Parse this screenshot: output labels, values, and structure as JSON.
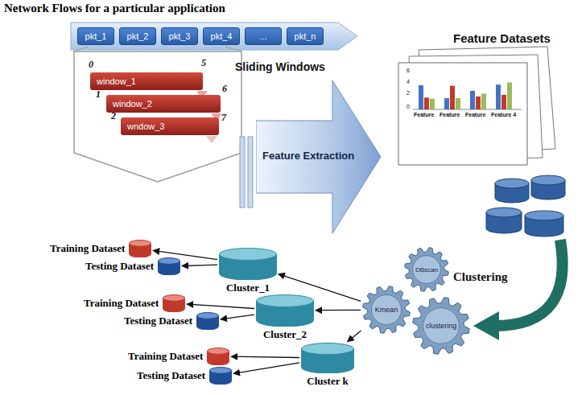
{
  "diagram": {
    "title": "Network Flows for a particular application",
    "nodes": [
      {
        "text": [
          "pkt_1"
        ]
      },
      {
        "text": [
          "pkt_2"
        ]
      },
      {
        "text": [
          "pkt_3"
        ]
      },
      {
        "text": [
          "pkt_4"
        ]
      },
      {
        "text": [
          "..."
        ]
      },
      {
        "text": [
          "pkt_n"
        ]
      },
      {
        "text": [
          "window_1"
        ]
      },
      {
        "text": [
          "window_2"
        ]
      },
      {
        "text": [
          "wndow_3"
        ]
      },
      {
        "text": [
          "Feature Extraction"
        ]
      },
      {
        "text": [
          "Feature Datasets"
        ]
      },
      {
        "text": [
          "DBscan"
        ]
      },
      {
        "text": [
          "Kmean"
        ]
      },
      {
        "text": [
          "clustering"
        ]
      },
      {
        "text": [
          "Cluster_1"
        ]
      },
      {
        "text": [
          "Training Dataset"
        ]
      },
      {
        "text": [
          "Testing Dataset"
        ]
      },
      {
        "text": [
          "Cluster_2"
        ]
      },
      {
        "text": [
          "Training Dataset"
        ]
      },
      {
        "text": [
          "Testing Dataset"
        ]
      },
      {
        "text": [
          "Cluster k"
        ]
      },
      {
        "text": [
          "Training Dataset"
        ]
      },
      {
        "text": [
          "Testing Dataset"
        ]
      }
    ],
    "edges": [
      {
        "from": 10,
        "to": 13,
        "arrow": "to"
      },
      {
        "from": 12,
        "to": 14,
        "arrow": "to"
      },
      {
        "from": 12,
        "to": 17,
        "arrow": "to"
      },
      {
        "from": 12,
        "to": 20,
        "arrow": "to"
      },
      {
        "from": 14,
        "to": 15,
        "arrow": "to"
      },
      {
        "from": 14,
        "to": 16,
        "arrow": "to"
      },
      {
        "from": 17,
        "to": 18,
        "arrow": "to"
      },
      {
        "from": 17,
        "to": 19,
        "arrow": "to"
      },
      {
        "from": 20,
        "to": 21,
        "arrow": "to"
      },
      {
        "from": 20,
        "to": 22,
        "arrow": "to"
      }
    ],
    "labels": [
      "Sliding Windows",
      "0",
      "5",
      "1",
      "6",
      "2",
      "7",
      "6",
      "4",
      "2",
      "0",
      "Feature",
      "Feature",
      "Feature",
      "Feature 4",
      "Clustering"
    ]
  }
}
